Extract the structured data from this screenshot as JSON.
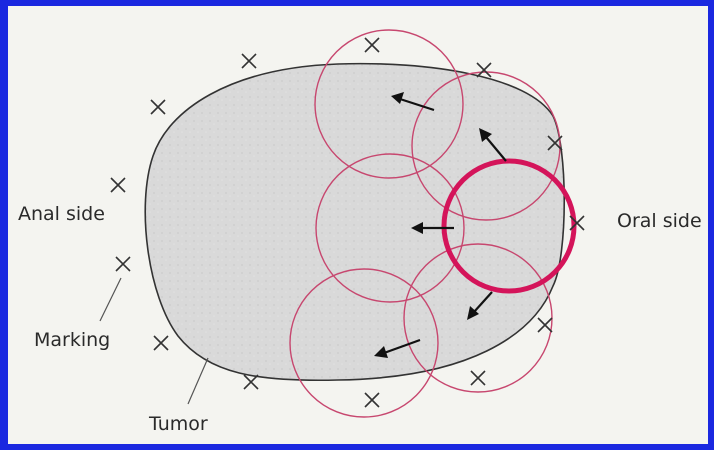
{
  "labels": {
    "anal_side": "Anal side",
    "oral_side": "Oral side",
    "marking": "Marking",
    "tumor": "Tumor"
  },
  "colors": {
    "slide_background": "#1a28e0",
    "figure_background": "#f4f4f0",
    "tumor_fill": "#d9d9d9",
    "circle_stroke": "#c7476f",
    "highlight_circle_stroke": "#d4145a"
  }
}
